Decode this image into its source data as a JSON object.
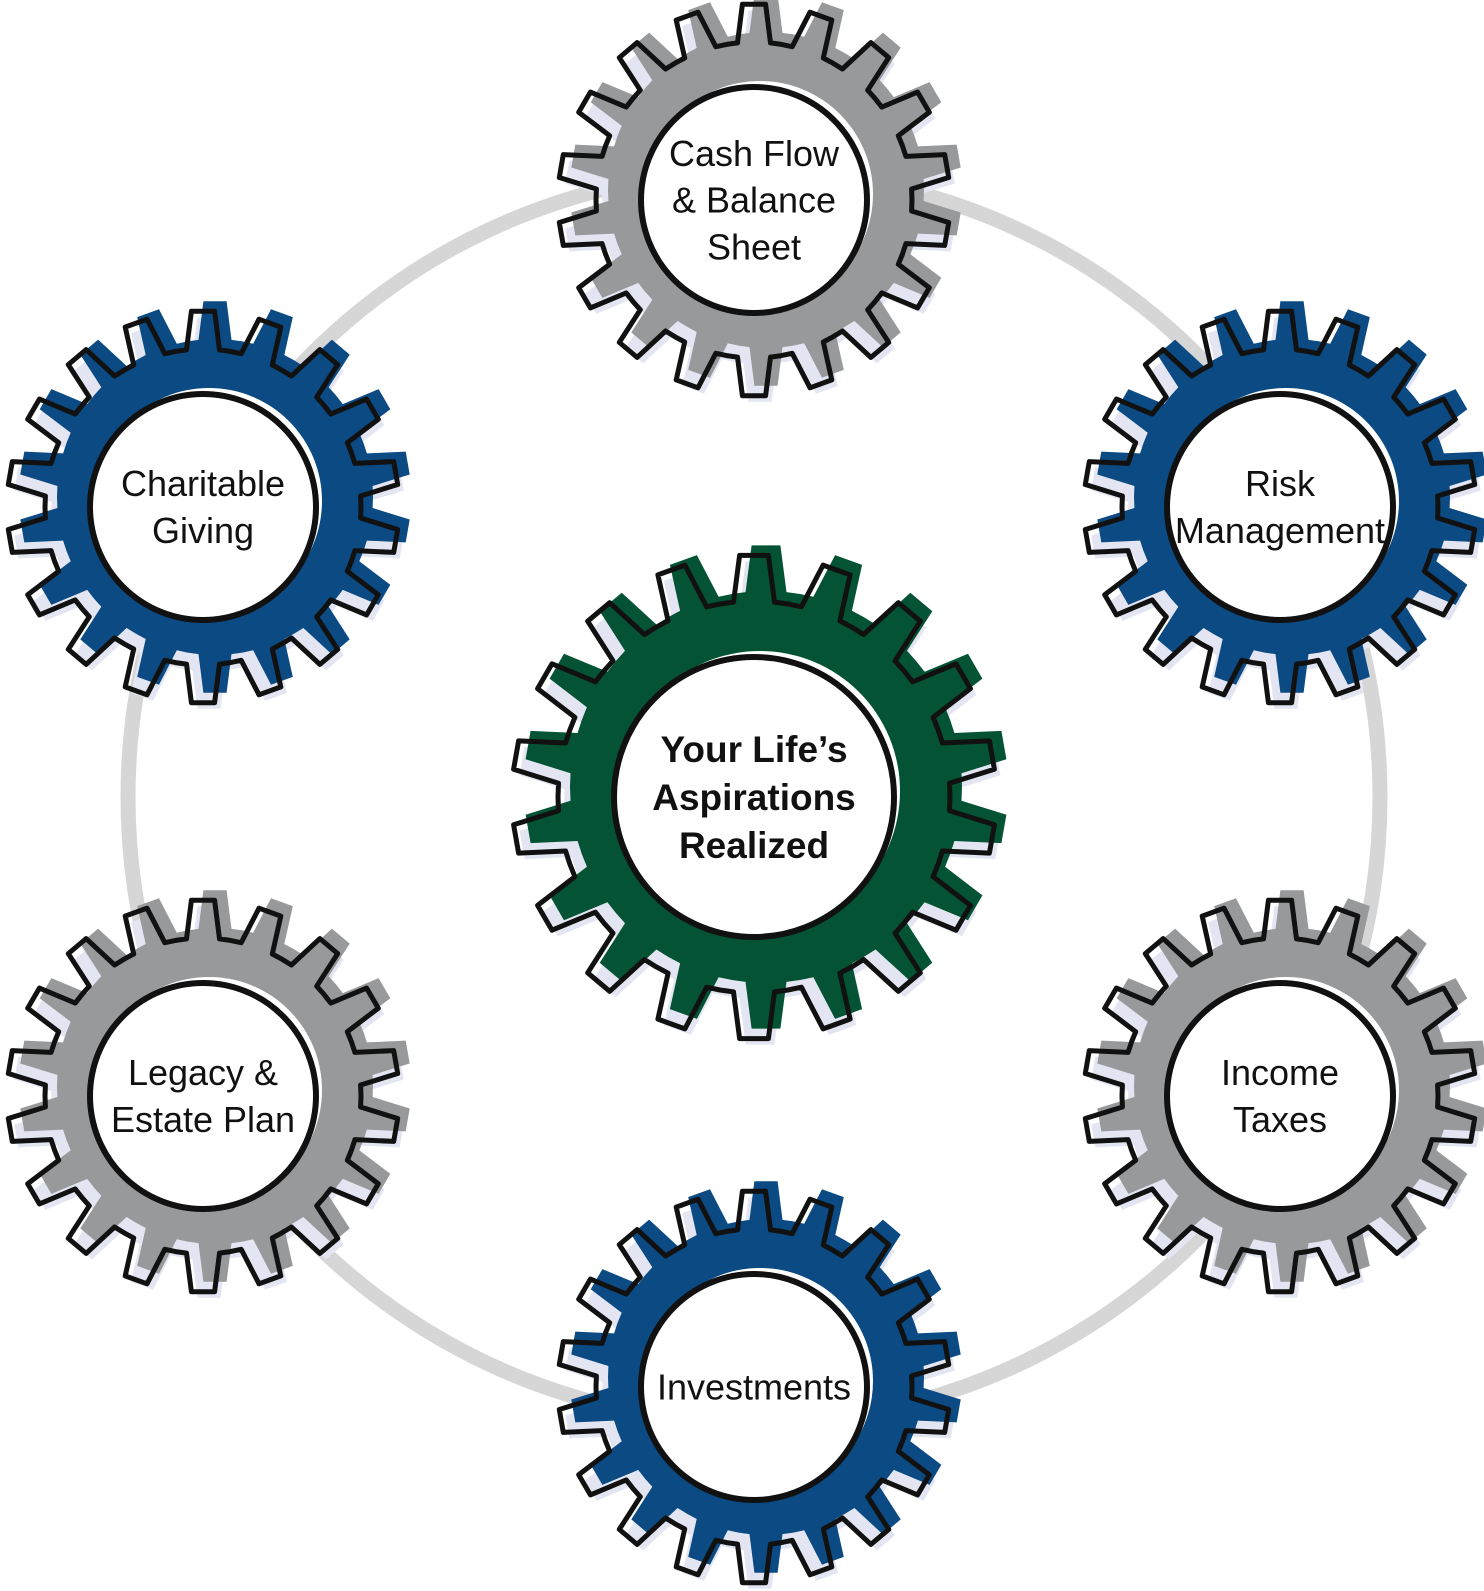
{
  "colors": {
    "background": "#ffffff",
    "ring": "#d6d6d6",
    "outline": "#111111",
    "highlight": "#ffffff",
    "shadow": "#e3e6f2",
    "gray": "#97999b",
    "blue": "#0b4a83",
    "green": "#055335"
  },
  "center_gear": {
    "label_lines": [
      "Your Life’s",
      "Aspirations",
      "Realized"
    ],
    "fill": "green"
  },
  "gears": [
    {
      "id": "cash-flow",
      "label_lines": [
        "Cash Flow",
        "& Balance",
        "Sheet"
      ],
      "fill": "gray"
    },
    {
      "id": "risk-management",
      "label_lines": [
        "Risk",
        "Management"
      ],
      "fill": "blue"
    },
    {
      "id": "income-taxes",
      "label_lines": [
        "Income",
        "Taxes"
      ],
      "fill": "gray"
    },
    {
      "id": "investments",
      "label_lines": [
        "Investments"
      ],
      "fill": "blue"
    },
    {
      "id": "legacy-estate",
      "label_lines": [
        "Legacy &",
        "Estate Plan"
      ],
      "fill": "gray"
    },
    {
      "id": "charitable-giving",
      "label_lines": [
        "Charitable",
        "Giving"
      ],
      "fill": "blue"
    }
  ]
}
